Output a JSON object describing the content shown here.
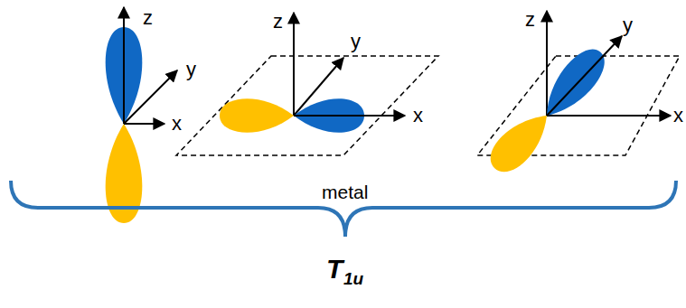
{
  "diagram": {
    "labels": [
      "z",
      "y",
      "x",
      "z",
      "y",
      "x",
      "z",
      "y",
      "x",
      "metal",
      "T",
      "1u"
    ]
  }
}
